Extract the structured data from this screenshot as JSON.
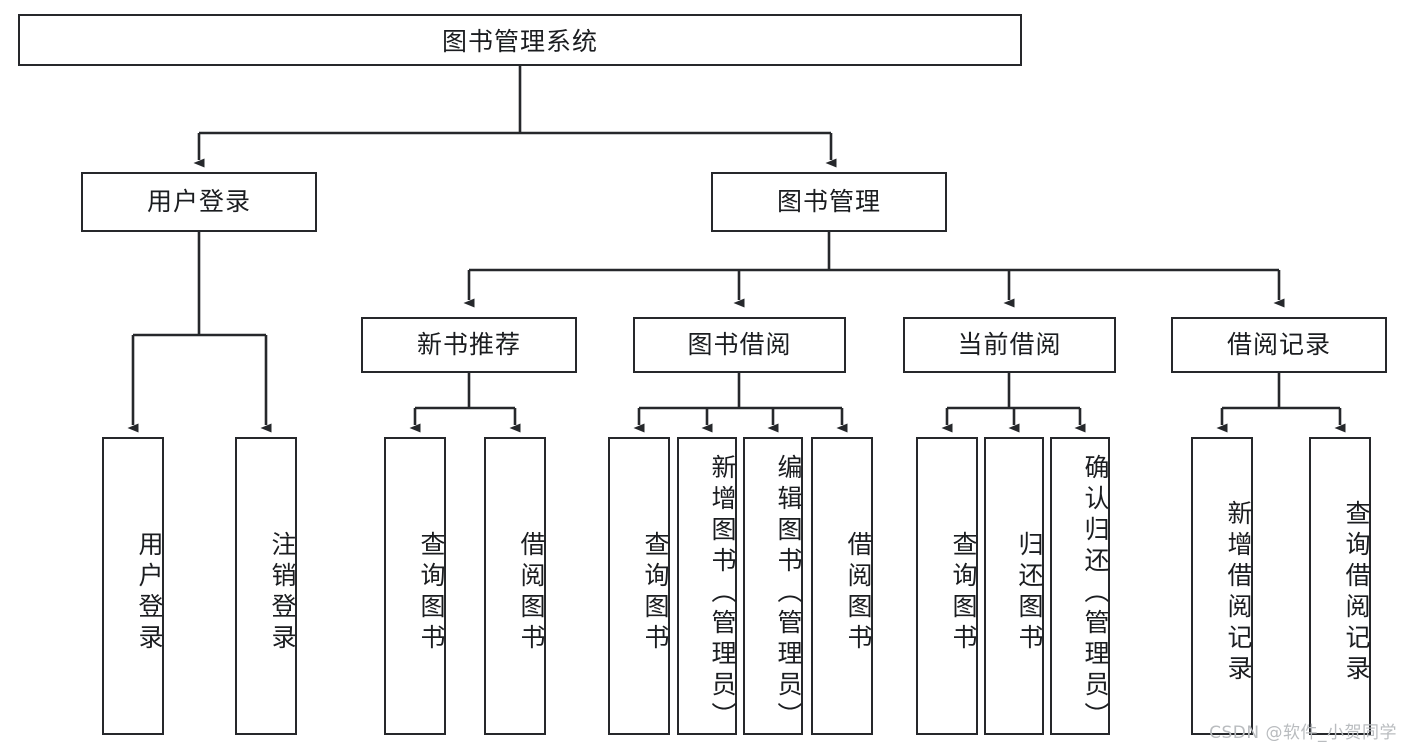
{
  "diagram": {
    "title": "图书管理系统",
    "type": "tree-hierarchy-chart",
    "colors": {
      "stroke": "#26282b",
      "text": "#1b1d20",
      "background": "#ffffff",
      "watermark": "#b9bcbf"
    }
  },
  "root": {
    "label": "图书管理系统"
  },
  "level1": [
    {
      "label": "用户登录"
    },
    {
      "label": "图书管理"
    }
  ],
  "level2": [
    {
      "label": "新书推荐"
    },
    {
      "label": "图书借阅"
    },
    {
      "label": "当前借阅"
    },
    {
      "label": "借阅记录"
    }
  ],
  "leaves": {
    "user_login": [
      {
        "label": "用户登录"
      },
      {
        "label": "注销登录"
      }
    ],
    "new_book": [
      {
        "label": "查询图书"
      },
      {
        "label": "借阅图书"
      }
    ],
    "book_borrow": [
      {
        "label": "查询图书"
      },
      {
        "label": "新增图书（管理员）"
      },
      {
        "label": "编辑图书（管理员）"
      },
      {
        "label": "借阅图书"
      }
    ],
    "current_borrow": [
      {
        "label": "查询图书"
      },
      {
        "label": "归还图书"
      },
      {
        "label": "确认归还（管理员）"
      }
    ],
    "borrow_record": [
      {
        "label": "新增借阅记录"
      },
      {
        "label": "查询借阅记录"
      }
    ]
  },
  "watermark": {
    "text": "CSDN @软件_小贺同学"
  }
}
